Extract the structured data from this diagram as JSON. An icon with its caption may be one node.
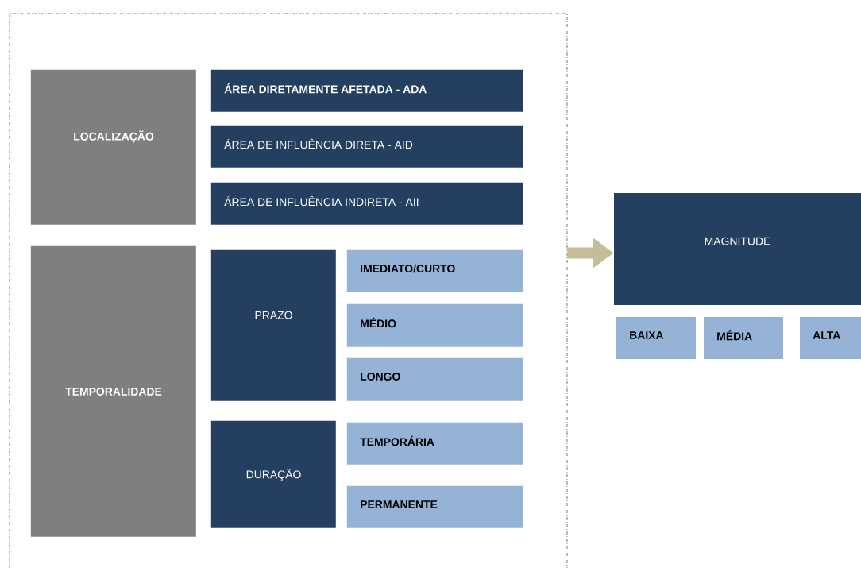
{
  "diagram": {
    "nodes": [
      {
        "text": [],
        "shape": "box"
      },
      {
        "text": [
          "LOCALIZAÇÃO"
        ],
        "in": 0
      },
      {
        "text": [
          "ÁREA DIRETAMENTE AFETADA - ADA"
        ],
        "in": 0
      },
      {
        "text": [
          "ÁREA DE INFLUÊNCIA DIRETA - AID"
        ],
        "in": 0
      },
      {
        "text": [
          "ÁREA DE INFLUÊNCIA INDIRETA - AII"
        ],
        "in": 0
      },
      {
        "text": [
          "TEMPORALIDADE"
        ],
        "in": 0
      },
      {
        "text": [
          "PRAZO"
        ],
        "in": 0
      },
      {
        "text": [
          "IMEDIATO/CURTO"
        ],
        "in": 0
      },
      {
        "text": [
          "MÉDIO"
        ],
        "in": 0
      },
      {
        "text": [
          "LONGO"
        ],
        "in": 0
      },
      {
        "text": [
          "DURAÇÃO"
        ],
        "in": 0
      },
      {
        "text": [
          "TEMPORÁRIA"
        ],
        "in": 0
      },
      {
        "text": [
          "PERMANENTE"
        ],
        "in": 0
      },
      {
        "text": [
          "MAGNITUDE"
        ]
      },
      {
        "text": [
          "BAIXA"
        ]
      },
      {
        "text": [
          "MÉDIA"
        ]
      },
      {
        "text": [
          "ALTA"
        ]
      }
    ],
    "edges": [
      {
        "from": 0,
        "to": 13,
        "arrow": "to",
        "color": "#c4bd97"
      }
    ]
  }
}
